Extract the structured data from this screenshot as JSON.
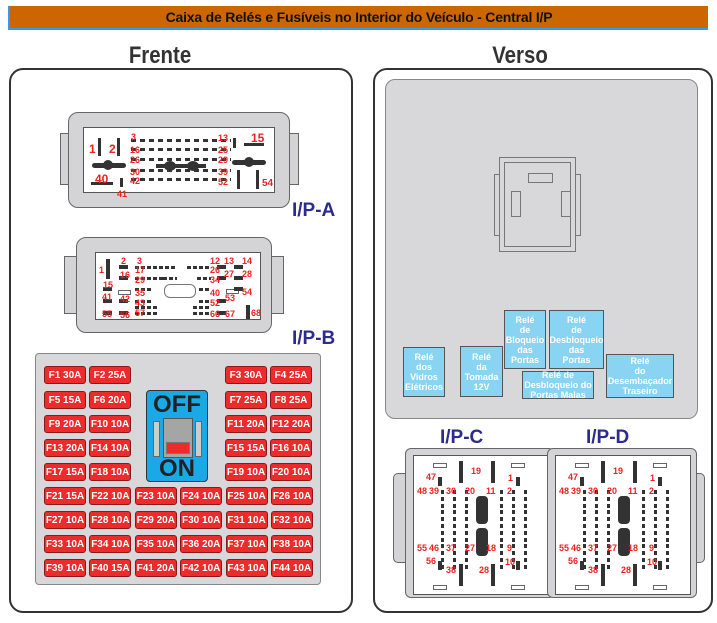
{
  "title": "Caixa de Relés e Fusíveis no Interior do Veículo - Central I/P",
  "colors": {
    "title_bg": "#cc6600",
    "title_border": "#3399ee",
    "fuse": "#ee2b2b",
    "relay": "#88d4f2",
    "switch": "#1aa8e6",
    "connector_label": "#2c2c8c",
    "pin_label": "#ee2222"
  },
  "front": {
    "heading": "Frente",
    "connectors": {
      "ipa": {
        "name": "I/P-A",
        "pins": [
          "1",
          "2",
          "40",
          "41",
          "3",
          "16",
          "26",
          "30",
          "42",
          "13",
          "25",
          "29",
          "39",
          "52",
          "15",
          "54"
        ]
      },
      "ipb": {
        "name": "I/P-B",
        "pins": [
          "1",
          "2",
          "3",
          "15",
          "16",
          "17",
          "29",
          "35",
          "41",
          "42",
          "43",
          "55",
          "56",
          "57",
          "12",
          "13",
          "14",
          "26",
          "27",
          "28",
          "34",
          "40",
          "52",
          "53",
          "54",
          "66",
          "67",
          "68"
        ]
      }
    },
    "fuses_left": [
      [
        "F1 30A",
        "F2 25A"
      ],
      [
        "F5 15A",
        "F6 20A"
      ],
      [
        "F9 20A",
        "F10 10A"
      ],
      [
        "F13 20A",
        "F14 10A"
      ],
      [
        "F17 15A",
        "F18 10A"
      ]
    ],
    "fuses_right": [
      [
        "F3 30A",
        "F4 25A"
      ],
      [
        "F7 25A",
        "F8 25A"
      ],
      [
        "F11 20A",
        "F12 20A"
      ],
      [
        "F15 15A",
        "F16 10A"
      ],
      [
        "F19 10A",
        "F20 10A"
      ]
    ],
    "fuses_bottom": [
      [
        "F21 15A",
        "F22 10A",
        "F23 10A",
        "F24 10A",
        "F25 10A",
        "F26 10A"
      ],
      [
        "F27 10A",
        "F28 10A",
        "F29 20A",
        "F30 10A",
        "F31 10A",
        "F32 10A"
      ],
      [
        "F33 10A",
        "F34 10A",
        "F35 10A",
        "F36 20A",
        "F37 10A",
        "F38 10A"
      ],
      [
        "F39 10A",
        "F40 15A",
        "F41 20A",
        "F42 10A",
        "F43 10A",
        "F44 10A"
      ]
    ],
    "switch": {
      "off_label": "OFF",
      "on_label": "ON"
    }
  },
  "back": {
    "heading": "Verso",
    "relays": {
      "vidros": "Relé\ndos\nVidros\nElétricos",
      "tomada": "Relé\nda\nTomada\n12V",
      "bloqueio": "Relé\nde\nBloqueio\ndas\nPortas",
      "desbloqueio": "Relé\nde\nDesbloqueio\ndas\nPortas",
      "porta_malas": "Relé de\nDesbloqueio do\nPortas Malas",
      "desembacador": "Relé\ndo\nDesembaçador\nTraseiro"
    },
    "connectors": {
      "ipc": {
        "name": "I/P-C",
        "pins": [
          "47",
          "19",
          "1",
          "48",
          "39",
          "30",
          "20",
          "11",
          "2",
          "55",
          "46",
          "37",
          "27",
          "18",
          "9",
          "56",
          "38",
          "28",
          "10"
        ]
      },
      "ipd": {
        "name": "I/P-D",
        "pins": [
          "47",
          "19",
          "1",
          "48",
          "39",
          "30",
          "20",
          "11",
          "2",
          "55",
          "46",
          "37",
          "27",
          "18",
          "9",
          "56",
          "38",
          "28",
          "10"
        ]
      }
    }
  }
}
